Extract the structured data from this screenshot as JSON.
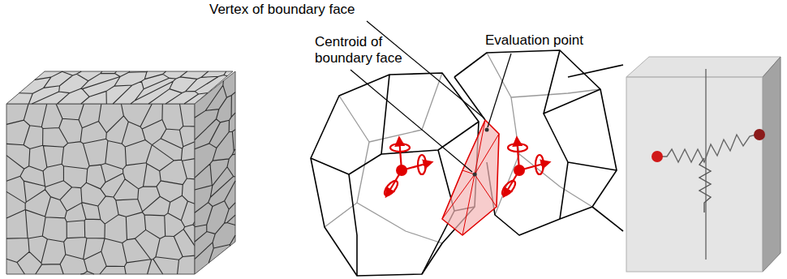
{
  "diagram": {
    "labels": [
      "Vertex of boundary face",
      "Centroid of boundary face",
      "Evaluation point"
    ]
  }
}
